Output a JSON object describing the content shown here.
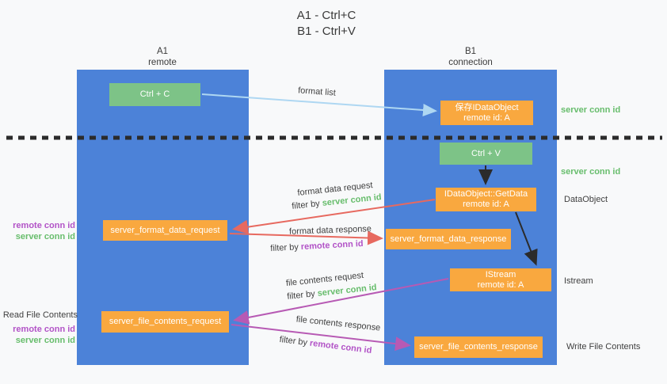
{
  "title": {
    "line1": "A1 - Ctrl+C",
    "line2": "B1 - Ctrl+V"
  },
  "columns": {
    "left": {
      "name": "A1",
      "role": "remote"
    },
    "right": {
      "name": "B1",
      "role": "connection"
    }
  },
  "nodes": {
    "ctrl_c": {
      "label": "Ctrl + C"
    },
    "save_idataobject": {
      "line1": "保存IDataObject",
      "line2": "remote id: A"
    },
    "ctrl_v": {
      "label": "Ctrl + V"
    },
    "getdata": {
      "line1": "IDataObject::GetData",
      "line2": "remote id: A"
    },
    "format_request": {
      "label": "server_format_data_request"
    },
    "format_response": {
      "label": "server_format_data_response"
    },
    "istream": {
      "line1": "IStream",
      "line2": "remote id: A"
    },
    "file_request": {
      "label": "server_file_contents_request"
    },
    "file_response": {
      "label": "server_file_contents_response"
    }
  },
  "arrows": {
    "format_list": "format list",
    "format_data_request": "format data request",
    "format_data_response": "format data response",
    "file_contents_request": "file contents request",
    "file_contents_response": "file contents response",
    "filter_by": "filter by",
    "server_conn_id": "server conn id",
    "remote_conn_id": "remote conn id"
  },
  "side_labels": {
    "server_conn_id_right_top": "server conn id",
    "server_conn_id_right_mid": "server conn id",
    "dataobject": "DataObject",
    "istream": "Istream",
    "write_file_contents": "Write File Contents",
    "read_file_contents": "Read File Contents",
    "remote_conn_id_left_top": "remote conn id",
    "server_conn_id_left_top": "server conn id",
    "remote_conn_id_left_bottom": "remote conn id",
    "server_conn_id_left_bottom": "server conn id"
  },
  "colors": {
    "background": "#f8f9fa",
    "lane_blue": "#4c82d8",
    "node_green": "#7dc387",
    "node_orange": "#f9a83f",
    "arrow_light_blue": "#aed7f2",
    "arrow_red": "#e7695f",
    "arrow_magenta": "#b75ab4",
    "arrow_black": "#2b2b2b",
    "text_green": "#67bd6c",
    "text_purple": "#b253c7",
    "text_dark": "#3f3f3f"
  }
}
